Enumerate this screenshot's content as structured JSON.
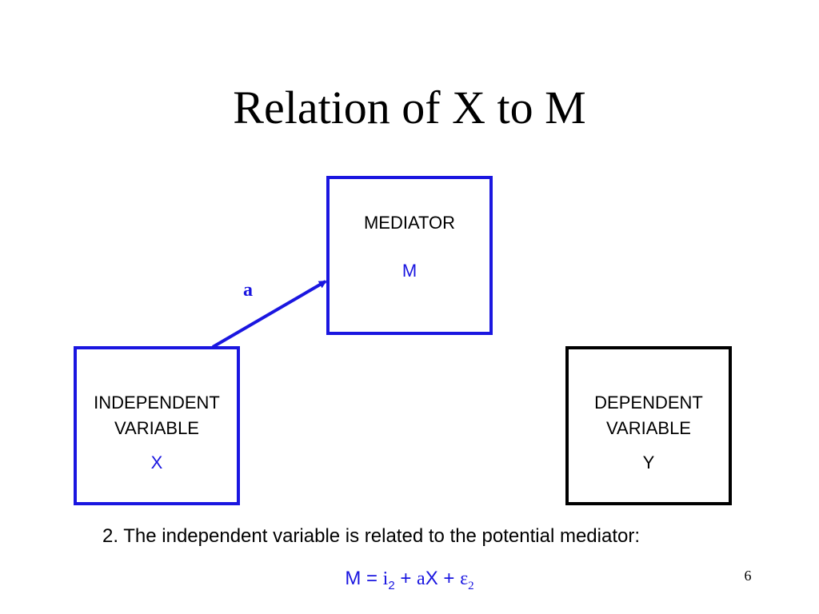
{
  "slide": {
    "title": "Relation of X to M",
    "page_number": "6"
  },
  "colors": {
    "accent_blue": "#1a16e0",
    "black": "#000000"
  },
  "diagram": {
    "mediator": {
      "label": "MEDIATOR",
      "symbol": "M"
    },
    "independent": {
      "label_line1": "INDEPENDENT",
      "label_line2": "VARIABLE",
      "symbol": "X"
    },
    "dependent": {
      "label_line1": "DEPENDENT",
      "label_line2": "VARIABLE",
      "symbol": "Y"
    },
    "path_label": "a"
  },
  "caption": "2.  The independent variable is related to the potential mediator:",
  "equation": {
    "lhs": "M = ",
    "i": "i",
    "i_sub": "2",
    "plus1": " + ",
    "a": "a",
    "x": "X",
    "plus2": " + ",
    "eps": "ε",
    "eps_sub": "2"
  }
}
